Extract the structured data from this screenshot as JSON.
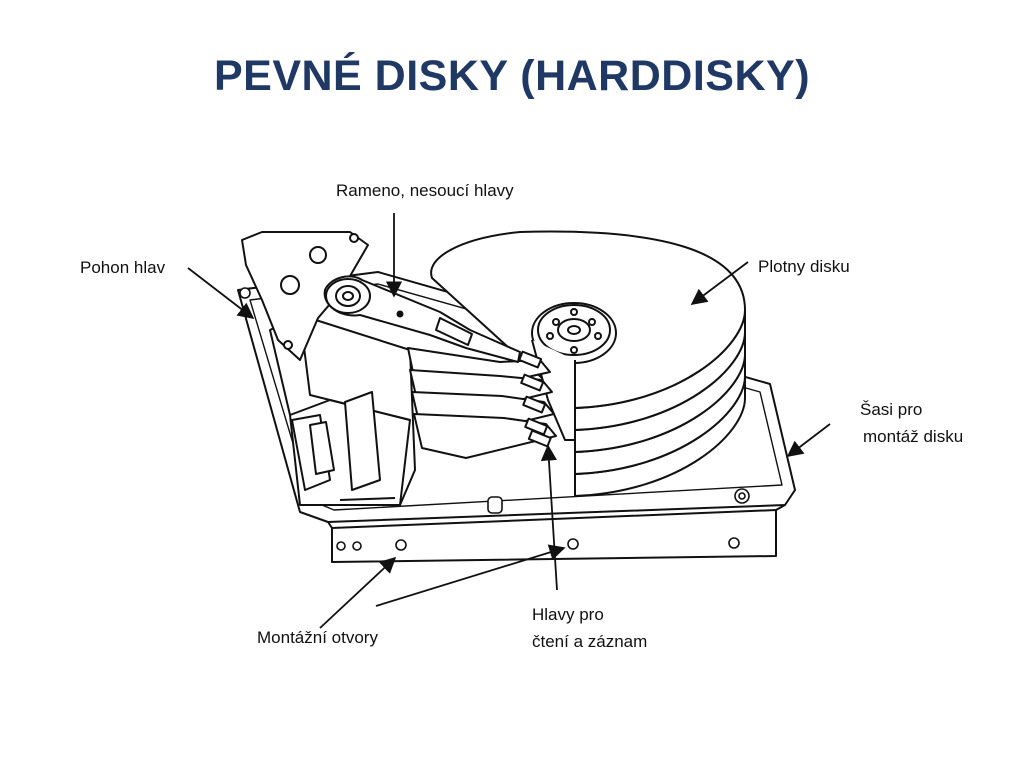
{
  "slide": {
    "title": "PEVNÉ DISKY (HARDDISKY)"
  },
  "diagram": {
    "labels": {
      "arm": "Rameno, nesoucí hlavy",
      "actuator": "Pohon hlav",
      "platters": "Plotny disku",
      "chassis_line1": "Šasi pro",
      "chassis_line2": "montáž disku",
      "mounting_holes": "Montážní otvory",
      "heads_line1": "Hlavy pro",
      "heads_line2": "čtení a záznam"
    }
  }
}
